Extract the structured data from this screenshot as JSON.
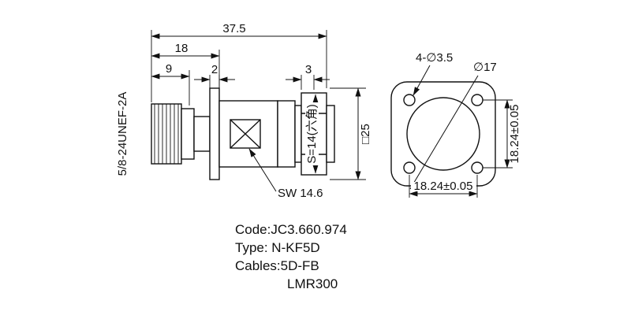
{
  "side": {
    "dim_total": "37.5",
    "dim_18": "18",
    "dim_9": "9",
    "dim_2": "2",
    "dim_3": "3",
    "thread": "5/8-24UNEF-2A",
    "hex": "S=14(六角)",
    "square25": "□25",
    "sw": "SW 14.6"
  },
  "front": {
    "holes": "4-∅3.5",
    "dia": "∅17",
    "pitch_v": "18.24±0.05",
    "pitch_h": "18.24±0.05"
  },
  "notes": {
    "line1": "Code:JC3.660.974",
    "line2": "Type: N-KF5D",
    "line3": "Cables:5D-FB",
    "line4": "LMR300"
  }
}
